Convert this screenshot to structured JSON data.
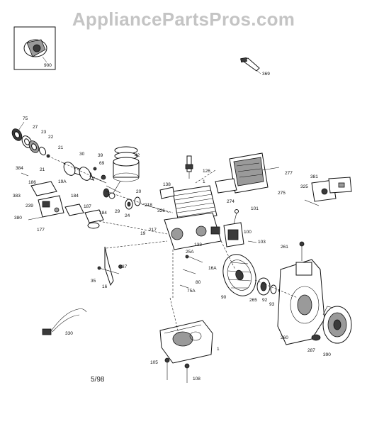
{
  "watermark": "AppliancePartsPros.com",
  "date_code": "5/98",
  "callouts": {
    "c900": "900",
    "c369": "369",
    "c75": "75",
    "c27": "27",
    "c23": "23",
    "c22": "22",
    "c21a": "21",
    "c21b": "21",
    "c30": "30",
    "c69": "69",
    "c39": "39",
    "c42": "42",
    "c126": "126",
    "c277": "277",
    "c275": "275",
    "c381": "381",
    "c325": "325",
    "c384": "384",
    "c186": "186",
    "c19A": "19A",
    "c383": "383",
    "c239": "239",
    "c184a": "184",
    "c187": "187",
    "c184b": "184",
    "c29": "29",
    "c24": "24",
    "c20": "20",
    "c138": "138",
    "c1a": "1",
    "c218": "218",
    "c326": "326",
    "c274": "274",
    "c101": "101",
    "c380": "380",
    "c177": "177",
    "c19": "19",
    "c217": "217",
    "c100": "100",
    "c133": "133",
    "c103": "103",
    "c25A": "25A",
    "c261": "261",
    "c16A": "16A",
    "c37": "37",
    "c35": "35",
    "c16": "16",
    "c80": "80",
    "c75A": "75A",
    "c90": "90",
    "c265": "265",
    "c92": "92",
    "c93": "93",
    "c260": "260",
    "c330": "330",
    "c287": "287",
    "c390": "390",
    "c1b": "1",
    "c105": "105",
    "c108": "108"
  }
}
